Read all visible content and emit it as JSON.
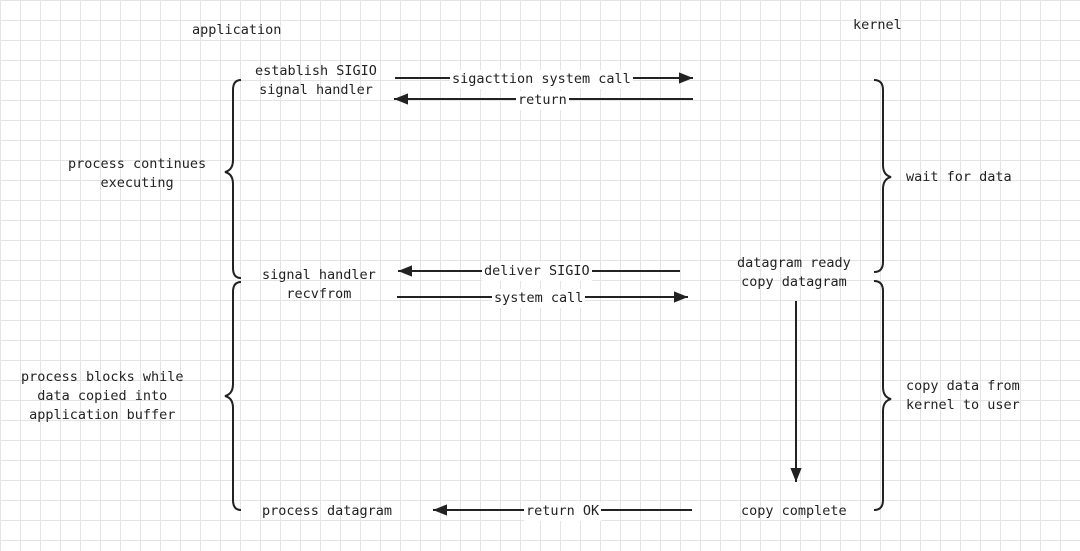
{
  "headers": {
    "application": "application",
    "kernel": "kernel"
  },
  "app_steps": {
    "establish": "establish SIGIO\nsignal handler",
    "handler": "signal handler\nrecvfrom",
    "process": "process datagram"
  },
  "app_phases": {
    "continues": "process continues\nexecuting",
    "blocks": "process blocks while\ndata copied into\napplication buffer"
  },
  "messages": {
    "sigaction": "sigacttion system call",
    "return": "return",
    "deliver": "deliver SIGIO",
    "system_call": "system call",
    "return_ok": "return OK"
  },
  "kernel_steps": {
    "ready": "datagram ready\ncopy datagram",
    "complete": "copy complete"
  },
  "kernel_phases": {
    "wait": "wait for data",
    "copy": "copy data from\nkernel to user"
  },
  "colors": {
    "line": "#222222",
    "text": "#222222",
    "grid": "#e4e4e4"
  }
}
